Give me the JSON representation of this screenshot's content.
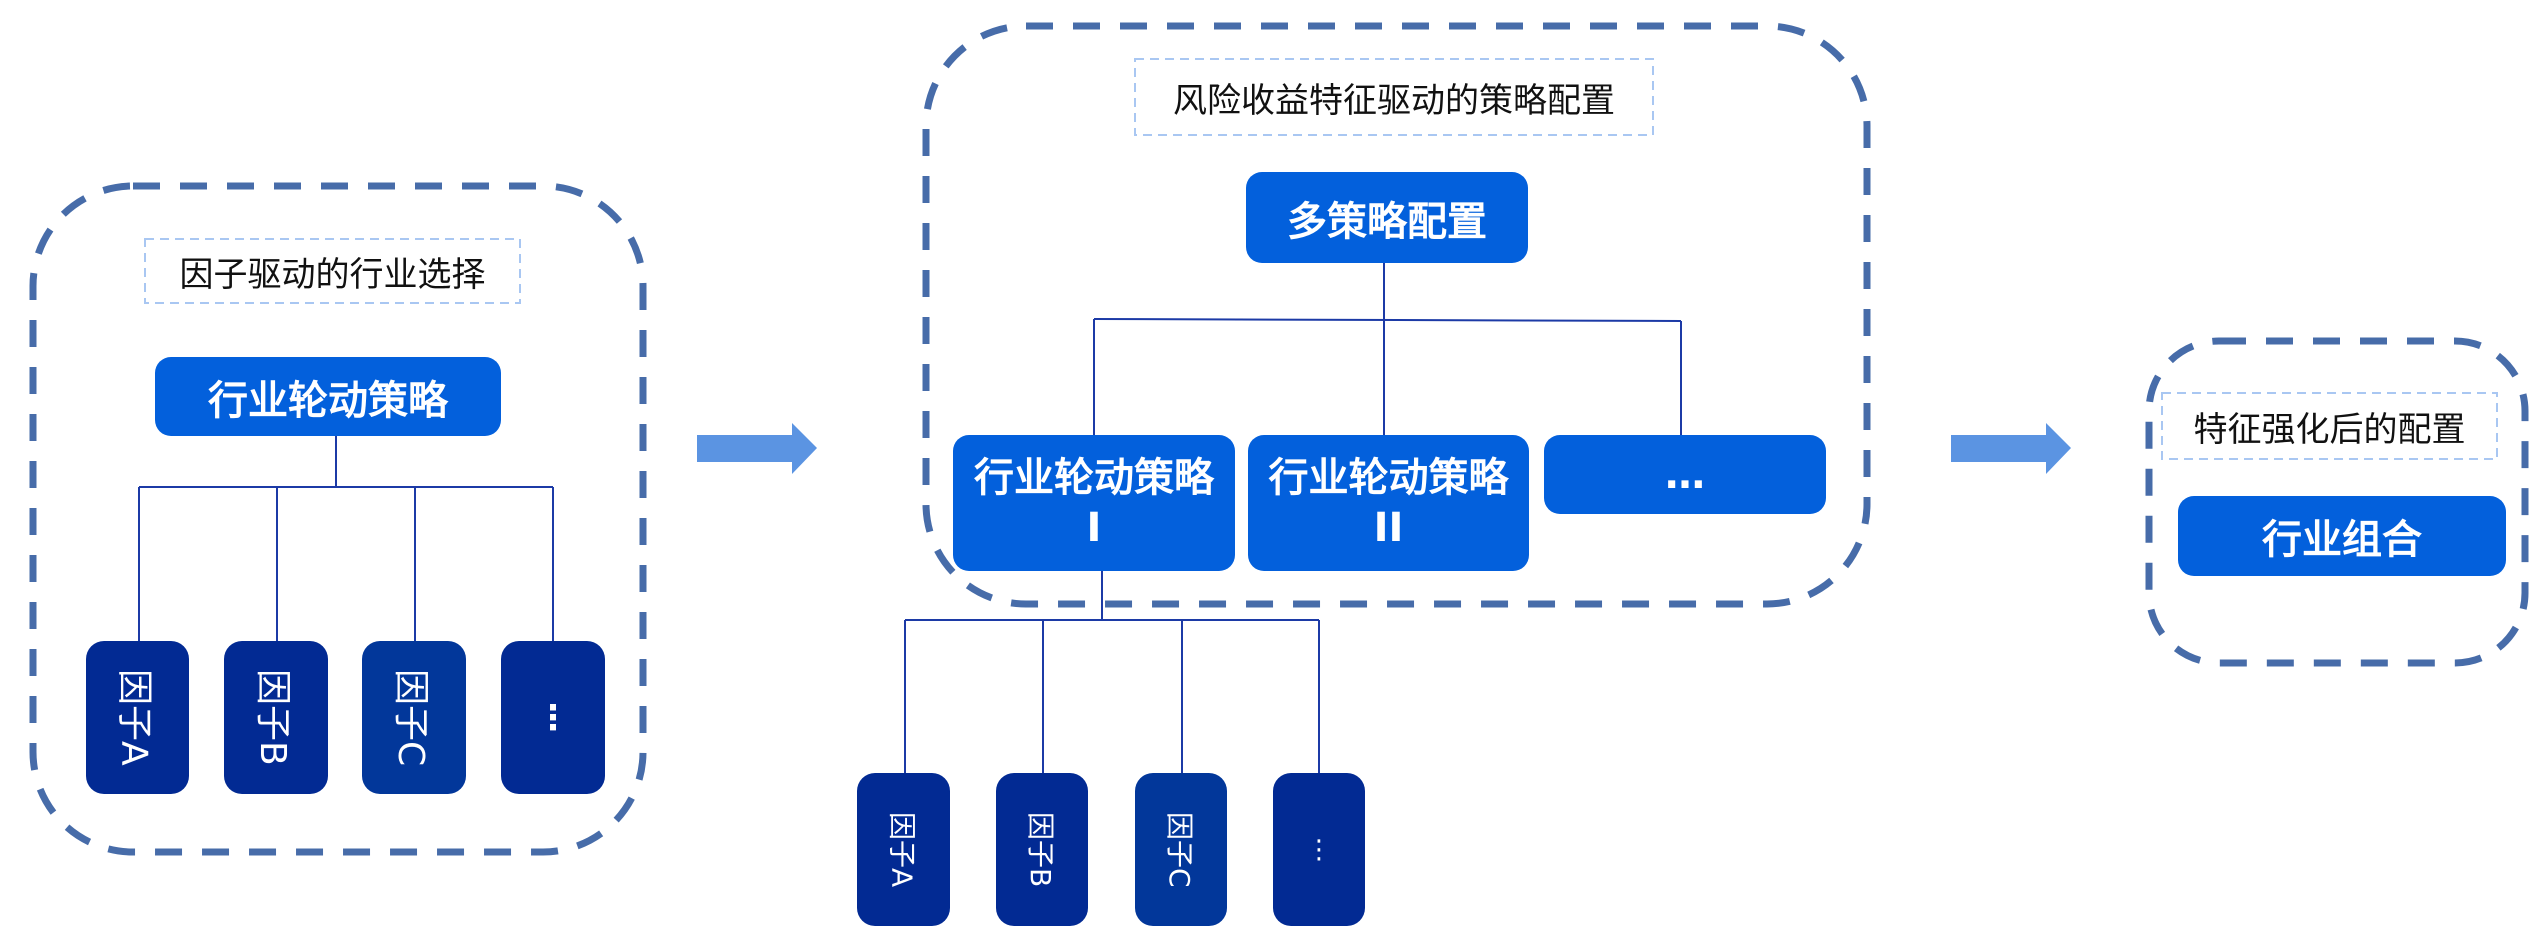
{
  "colors": {
    "outer_dash": "#476ca9",
    "title_dash": "#a9c7f2",
    "primary_node": "#0360dc",
    "factor_node": "#022a93",
    "factor_node_alt": "#02379a",
    "connector": "#1c3aa6",
    "arrow": "#5b94e2"
  },
  "panels": {
    "factor_driven": {
      "title": "因子驱动的行业选择",
      "root": "行业轮动策略",
      "children": [
        "因子A",
        "因子B",
        "因子C",
        "⋮"
      ]
    },
    "risk_return": {
      "title": "风险收益特征驱动的策略配置",
      "root": "多策略配置",
      "strategies": [
        "行业轮动策略I",
        "行业轮动策略II",
        "…"
      ],
      "sub_children": [
        "因子A",
        "因子B",
        "因子C",
        "⋮"
      ]
    },
    "enhanced": {
      "title": "特征强化后的配置",
      "root": "行业组合"
    }
  },
  "arrows": [
    {
      "name": "arrow-to-strategy-config",
      "direction": "right"
    },
    {
      "name": "arrow-to-enhanced-config",
      "direction": "right"
    }
  ]
}
